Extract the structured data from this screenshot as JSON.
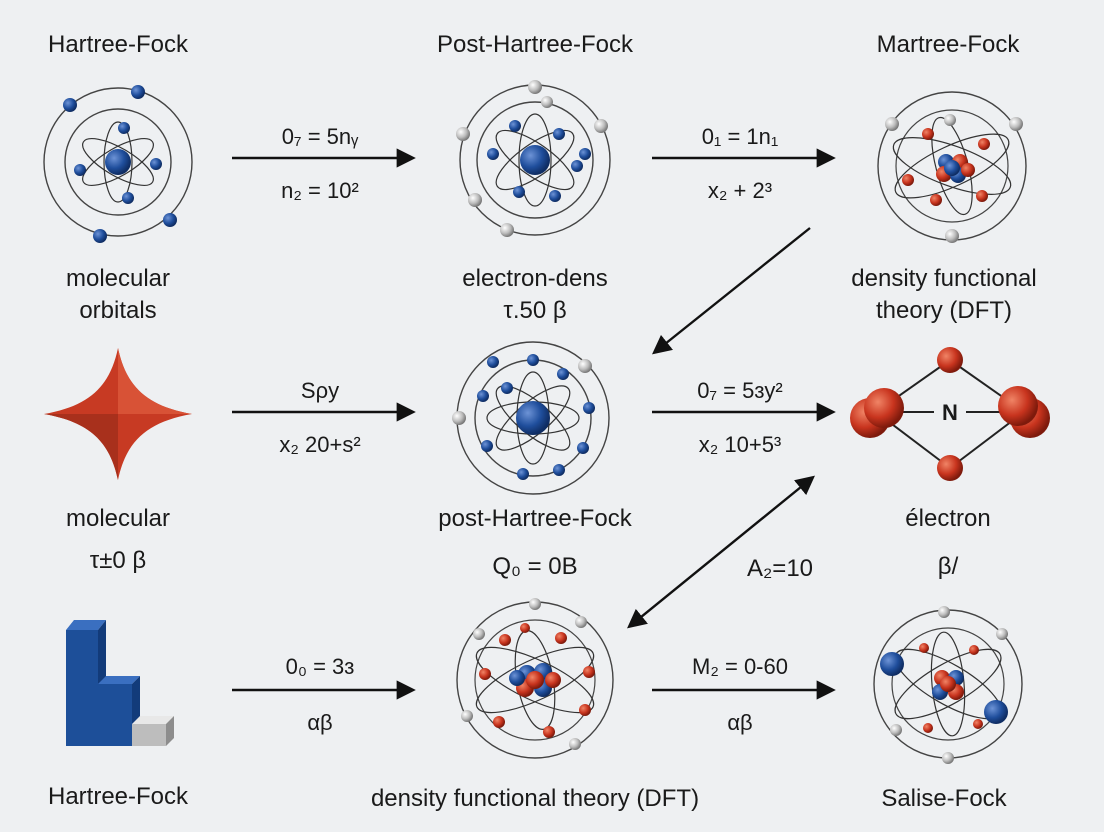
{
  "colors": {
    "background": "#eef0f2",
    "electron_blue": "#1f4e9c",
    "nucleus_red": "#c8341e",
    "electron_gray": "#b8b8b8",
    "arrow": "#111111",
    "shape_red": "#c73a23",
    "bar_blue": "#1d4f99"
  },
  "row1": {
    "left": {
      "title": "Hartree-Fock",
      "caption_1": "molecular",
      "caption_2": "orbitals",
      "icon": "atom-icon"
    },
    "mid": {
      "title": "Post-Hartree-Fock",
      "caption_1": "electron-dens",
      "caption_2": "τ.50 β",
      "icon": "atom-icon"
    },
    "right": {
      "title": "Martree-Fock",
      "caption_1": "density functional",
      "caption_2": "theory (DFT)",
      "icon": "atom-icon"
    },
    "arrow1": {
      "top": "0₇ = 5nᵧ",
      "bottom": "n₂ = 10²"
    },
    "arrow2": {
      "top": "0₁ = 1n₁",
      "bottom": "x₂ + 2³"
    }
  },
  "row2": {
    "left": {
      "caption_1": "molecular",
      "caption_2": "τ±0 β",
      "icon": "star-shape-icon"
    },
    "mid": {
      "caption_1": "post-Hartree-Fock",
      "caption_2": "Q₀ = 0B",
      "icon": "atom-icon"
    },
    "right": {
      "center": "N",
      "caption_1": "électron",
      "caption_2": "β/",
      "icon": "molecule-icon"
    },
    "arrow1": {
      "top": "Sρy",
      "bottom": "x₂ 20+s²"
    },
    "arrow2": {
      "top": "0₇ = 5ɜy²",
      "bottom": "x₂ 10+5³"
    },
    "diag_label": "A₂=10"
  },
  "row3": {
    "left": {
      "title": "Hartree-Fock",
      "icon": "bar-block-icon"
    },
    "mid": {
      "title": "density functional theory (DFT)",
      "icon": "atom-icon"
    },
    "right": {
      "title": "Salise-Fock",
      "icon": "atom-icon"
    },
    "arrow1": {
      "top": "0₀ = 3ɜ",
      "bottom": "αβ"
    },
    "arrow2": {
      "top": "M₂ = 0-60",
      "bottom": "αβ"
    }
  }
}
